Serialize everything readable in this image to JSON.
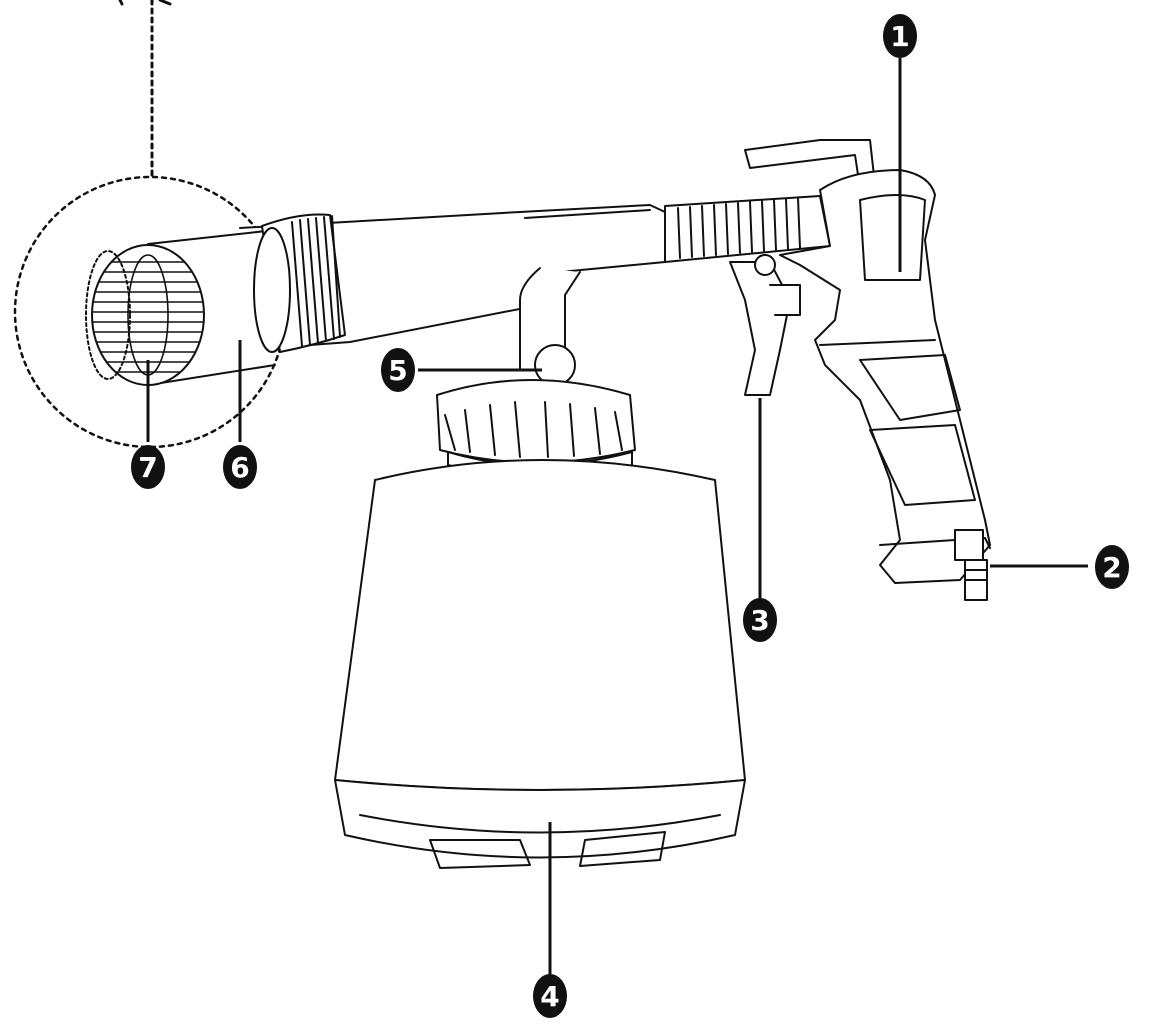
{
  "callouts": [
    {
      "id": "1",
      "label": "1"
    },
    {
      "id": "2",
      "label": "2"
    },
    {
      "id": "3",
      "label": "3"
    },
    {
      "id": "4",
      "label": "4"
    },
    {
      "id": "5",
      "label": "5"
    },
    {
      "id": "6",
      "label": "6"
    },
    {
      "id": "7",
      "label": "7"
    }
  ],
  "colors": {
    "line": "#111111",
    "fill": "#ffffff",
    "badge": "#111111",
    "badge_text": "#ffffff"
  }
}
